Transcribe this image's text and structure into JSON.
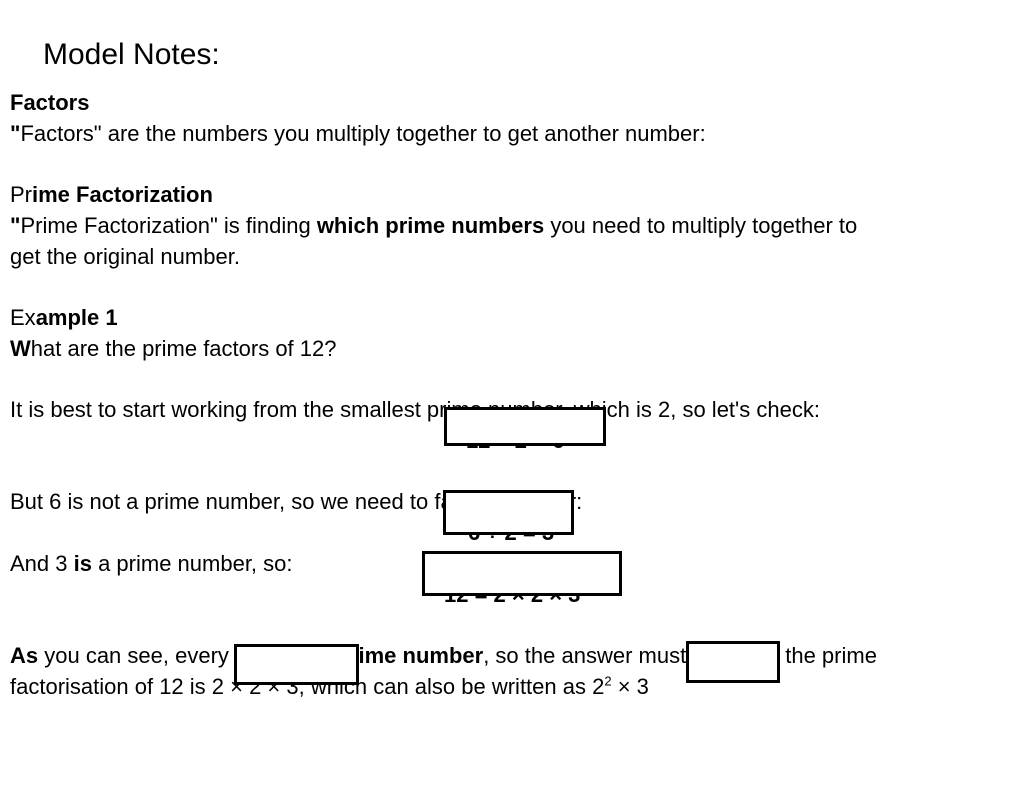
{
  "title": "Model Notes:",
  "factors": {
    "heading": "Factors",
    "q_mark": "\"",
    "body": "\"Factors\" are the numbers you multiply together to get another number:"
  },
  "prime": {
    "heading_pre": "Pr",
    "heading_bold": "ime Factorization",
    "q_mark": "\"",
    "body_pre": "\"Prime Factorization\" is finding ",
    "body_bold": "which prime numbers",
    "body_post": " you need to multiply together to",
    "body_line2": "get the original number."
  },
  "example": {
    "heading_pre": "Ex",
    "heading_bold": "ample 1",
    "q_first": "W",
    "q_rest": "hat are the prime factors of 12?",
    "step1": "It is best to start working from the smallest prime number, which is 2, so let's check:",
    "calc1": "12 ÷ 2 = 6",
    "step2": "But 6 is not a prime number, so we need to factor it further:",
    "calc2": "6 ÷ 2 = 3",
    "step3_pre": "And 3 ",
    "step3_bold": "is",
    "step3_post": " a prime number, so:",
    "calc3": "12 = 2 × 2 × 3",
    "conclusion_bold1": "As",
    "conclusion_mid1": " you can see, every factor is a ",
    "conclusion_bold2": "prime number",
    "conclusion_mid2": ", so the answer must be right - the prime",
    "conclusion_line2_pre": "factorisation of 12 is 2 × 2 × 3, which can also be written as 2",
    "conclusion_sup": "2",
    "conclusion_line2_post": " × 3"
  }
}
